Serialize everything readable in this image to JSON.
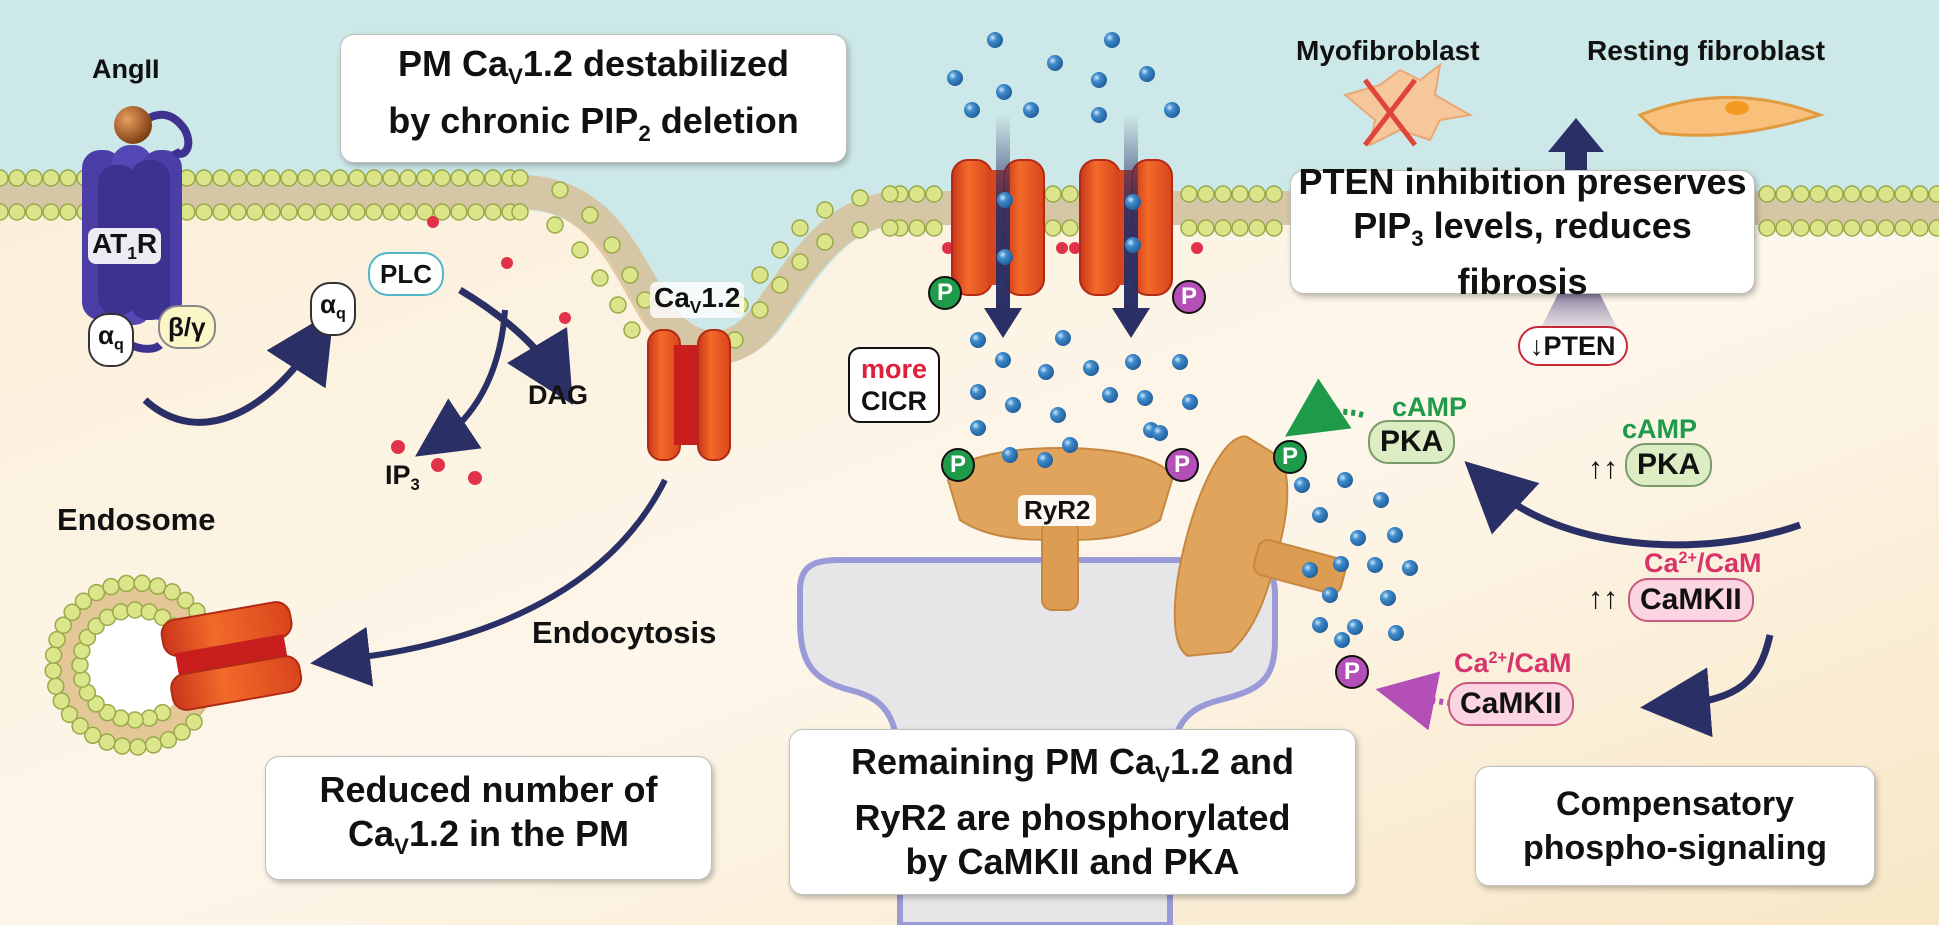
{
  "figure": {
    "colors": {
      "extracellular": "#cde8e8",
      "cytoplasm": "#fbf0dd",
      "lipid_head": "#dbe68a",
      "channel": "#ee5a24",
      "channel_core": "#c81e1e",
      "calcium": "#3a86c8",
      "arrow": "#2a2f66",
      "pka_green": "#1f9a4a",
      "camkii_pink": "#d8336b",
      "receptor_purple": "#4b3ea6",
      "ryr2": "#e0a45c",
      "sr_outline": "#9a9ad8",
      "pip2": "#e0334a"
    },
    "left": {
      "ligand": "AngII",
      "receptor_main": "AT",
      "receptor_sub": "1",
      "receptor_end": "R",
      "g_alpha": "α",
      "g_alpha_sub": "q",
      "g_betagamma": "β/γ",
      "g_alpha_free": "α",
      "g_alpha_free_sub": "q",
      "plc": "PLC",
      "dag": "DAG",
      "ip3_main": "IP",
      "ip3_sub": "3",
      "channel_label_main": "Ca",
      "channel_label_sub": "V",
      "channel_label_end": "1.2",
      "endosome": "Endosome",
      "endocytosis": "Endocytosis"
    },
    "boxes": {
      "destabilized": {
        "line1_a": "PM Ca",
        "line1_sub": "V",
        "line1_b": "1.2 destabilized",
        "line2_a": "by chronic PIP",
        "line2_sub": "2",
        "line2_b": " deletion"
      },
      "reduced": {
        "line1": "Reduced number of",
        "line2_a": "Ca",
        "line2_sub": "V",
        "line2_b": "1.2 in the PM"
      },
      "remaining": {
        "line1_a": "Remaining PM Ca",
        "line1_sub": "V",
        "line1_b": "1.2 and",
        "line2": "RyR2 are phosphorylated",
        "line3": "by CaMKII and PKA"
      },
      "pten": {
        "line1": "PTEN inhibition preserves",
        "line2_a": "PIP",
        "line2_sub": "3",
        "line2_b": " levels, reduces fibrosis"
      },
      "compensatory": {
        "line1": "Compensatory",
        "line2": "phospho-signaling"
      }
    },
    "center": {
      "cicr_more": "more",
      "cicr": "CICR",
      "ryr2": "RyR2",
      "phospho": "P"
    },
    "right": {
      "myofibroblast": "Myofibroblast",
      "resting_fibroblast": "Resting fibroblast",
      "pten_arrow": "↓",
      "pten": "PTEN",
      "camp_1": "cAMP",
      "pka_1": "PKA",
      "camp_2": "cAMP",
      "pka_2": "PKA",
      "up_arrows": "↑↑",
      "cam_1_a": "Ca",
      "cam_1_sup": "2+",
      "cam_1_b": "/CaM",
      "camkii_1": "CaMKII",
      "cam_2_a": "Ca",
      "cam_2_sup": "2+",
      "cam_2_b": "/CaM",
      "camkii_2": "CaMKII"
    }
  }
}
